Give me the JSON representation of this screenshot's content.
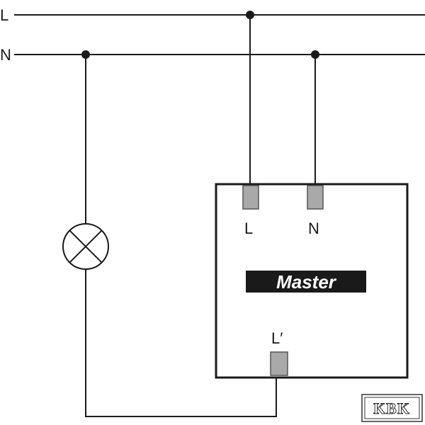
{
  "lines": {
    "live_label": "L",
    "neutral_label": "N"
  },
  "device": {
    "title": "Master",
    "terminals": {
      "live": "L",
      "neutral": "N",
      "switched_live": "L′"
    }
  },
  "logo": {
    "text": "KBK"
  },
  "components": {
    "lamp_icon": "lamp-cross-circle"
  },
  "colors": {
    "wire": "#1a1a1a",
    "terminal_fill": "#a9a9a9",
    "title_bar": "#1a1a1a",
    "title_text": "#ffffff"
  }
}
